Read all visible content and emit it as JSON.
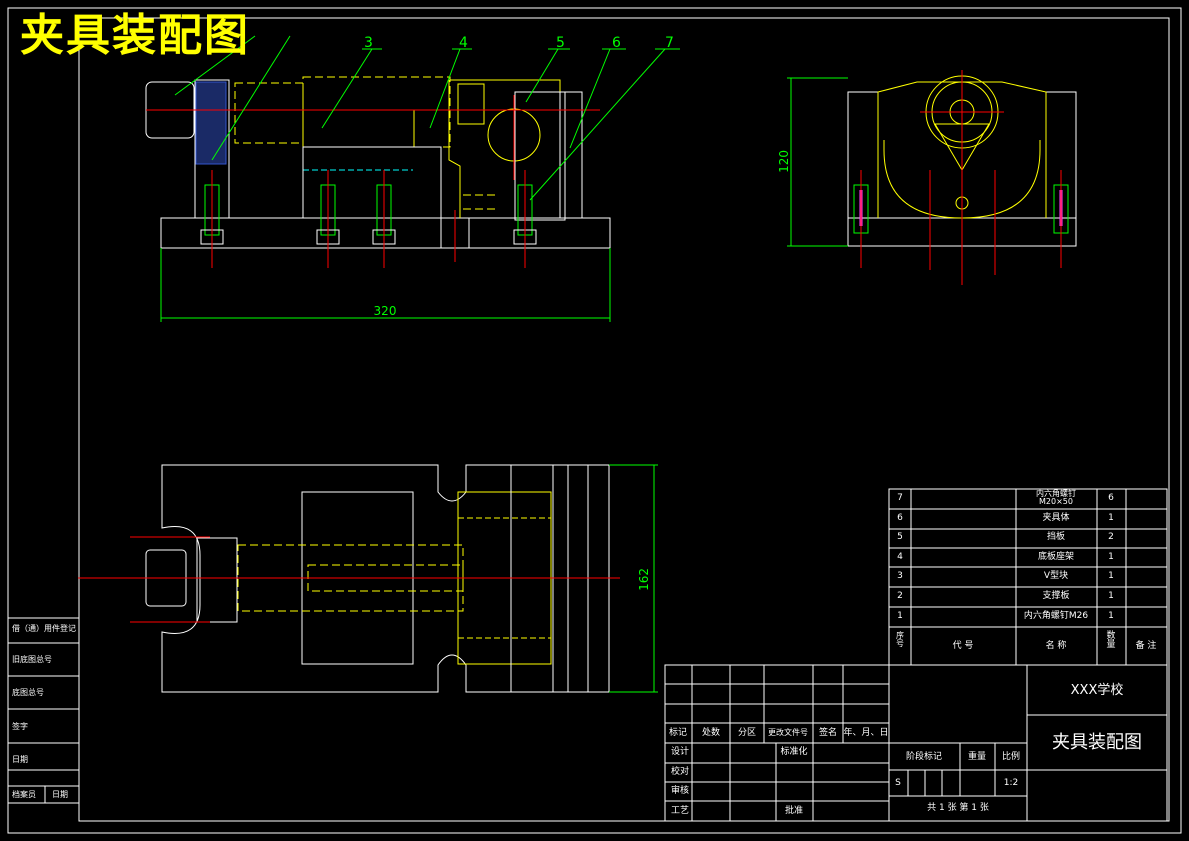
{
  "drawing": {
    "title": "夹具装配图",
    "balloons": [
      "3",
      "4",
      "5",
      "6",
      "7"
    ],
    "dimensions": {
      "length": "320",
      "height": "120",
      "width": "162"
    }
  },
  "left_strip": [
    "借（通）用件登记",
    "旧底图总号",
    "底图总号",
    "签字",
    "日期",
    "档案员",
    "日期"
  ],
  "parts_list": {
    "rows": [
      {
        "no": "7",
        "code": "",
        "name": "内六角螺钉M20×50",
        "qty": "6",
        "note": ""
      },
      {
        "no": "6",
        "code": "",
        "name": "夹具体",
        "qty": "1",
        "note": ""
      },
      {
        "no": "5",
        "code": "",
        "name": "挡板",
        "qty": "2",
        "note": ""
      },
      {
        "no": "4",
        "code": "",
        "name": "底板座架",
        "qty": "1",
        "note": ""
      },
      {
        "no": "3",
        "code": "",
        "name": "V型块",
        "qty": "1",
        "note": ""
      },
      {
        "no": "2",
        "code": "",
        "name": "支撑板",
        "qty": "1",
        "note": ""
      },
      {
        "no": "1",
        "code": "",
        "name": "内六角螺钉M26",
        "qty": "1",
        "note": ""
      }
    ],
    "header": {
      "no": "序号",
      "code": "代 号",
      "name": "名 称",
      "qty": "数量",
      "note": "备 注"
    }
  },
  "title_block": {
    "school": "XXX学校",
    "drawing_name": "夹具装配图",
    "revision_header": [
      "标记",
      "处数",
      "分区",
      "更改文件号",
      "签名",
      "年、月、日"
    ],
    "roles": [
      "设计",
      "校对",
      "审核",
      "工艺"
    ],
    "standardization": "标准化",
    "approve": "批准",
    "stage_label": "阶段标记",
    "weight_label": "重量",
    "scale_label": "比例",
    "stage_value": "S",
    "scale_value": "1:2",
    "sheets": "共 1 张  第 1 张"
  }
}
